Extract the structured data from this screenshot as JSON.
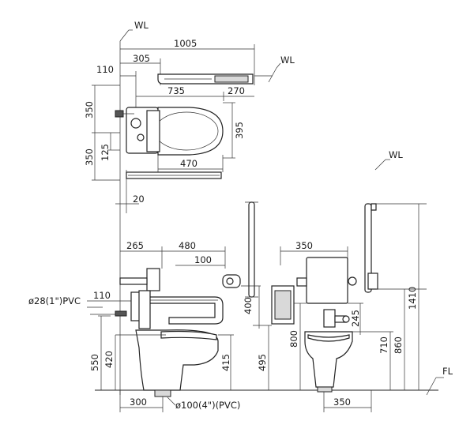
{
  "labels": {
    "wl_top": "WL",
    "wl_plan_right": "WL",
    "wl_side": "WL",
    "fl": "FL",
    "pipe_supply": "ø28(1\")PVC",
    "pipe_drain": "ø100(4\")(PVC)"
  },
  "plan_dims": {
    "overall_width": "1005",
    "to_seat_edge": "305",
    "wall_to_rail": "110",
    "rail_to_basin": "735",
    "rail_tail": "270",
    "depth_upper": "350",
    "depth_lower": "350",
    "offset_125": "125",
    "seat_length": "395",
    "seat_width": "470",
    "gap_20": "20"
  },
  "front_dims": {
    "h_265": "265",
    "h_480": "480",
    "h_100": "100",
    "h_110": "110",
    "v_550": "550",
    "v_420": "420",
    "v_415": "415",
    "v_400": "400",
    "v_495": "495",
    "bottom_300": "300"
  },
  "side_dims": {
    "top_350": "350",
    "bottom_350": "350",
    "v_800": "800",
    "v_245": "245",
    "v_710": "710",
    "v_860": "860",
    "v_1410": "1410"
  }
}
